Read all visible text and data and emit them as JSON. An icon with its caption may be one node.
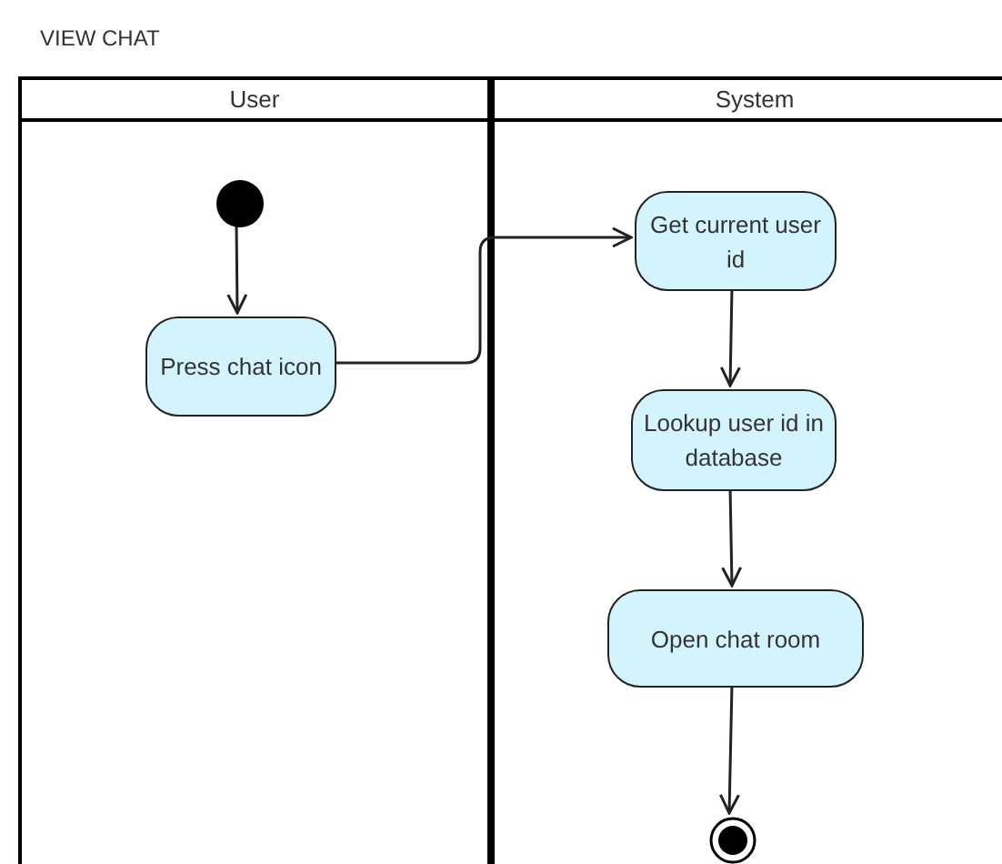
{
  "diagram": {
    "title": "VIEW CHAT",
    "nodes": [
      {
        "text": [
          "User"
        ]
      },
      {
        "text": [
          "System"
        ]
      },
      {
        "text": [],
        "shape": "circle",
        "in": 0
      },
      {
        "text": [
          "Press chat icon"
        ],
        "in": 0
      },
      {
        "text": [
          "Get current user id"
        ],
        "in": 1
      },
      {
        "text": [
          "Lookup user id in database"
        ],
        "in": 1
      },
      {
        "text": [
          "Open chat room"
        ],
        "in": 1
      },
      {
        "text": [],
        "shape": "circle",
        "in": 1
      }
    ],
    "edges": [
      {
        "from": 2,
        "to": 3,
        "arrow": "to"
      },
      {
        "from": 3,
        "to": 4,
        "arrow": "to"
      },
      {
        "from": 4,
        "to": 5,
        "arrow": "to"
      },
      {
        "from": 5,
        "to": 6,
        "arrow": "to"
      },
      {
        "from": 6,
        "to": 7,
        "arrow": "to"
      }
    ]
  }
}
